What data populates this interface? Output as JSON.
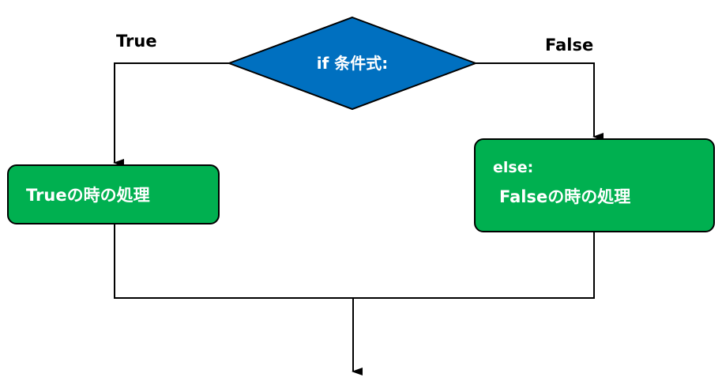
{
  "colors": {
    "decision_fill": "#0070c0",
    "process_fill": "#00b050",
    "stroke": "#000000",
    "box_text": "#ffffff"
  },
  "decision": {
    "label": "if 条件式:"
  },
  "branches": {
    "true_label": "True",
    "false_label": "False"
  },
  "true_box": {
    "label": "Trueの時の処理"
  },
  "else_box": {
    "keyword": "else:",
    "label": "Falseの時の処理"
  }
}
